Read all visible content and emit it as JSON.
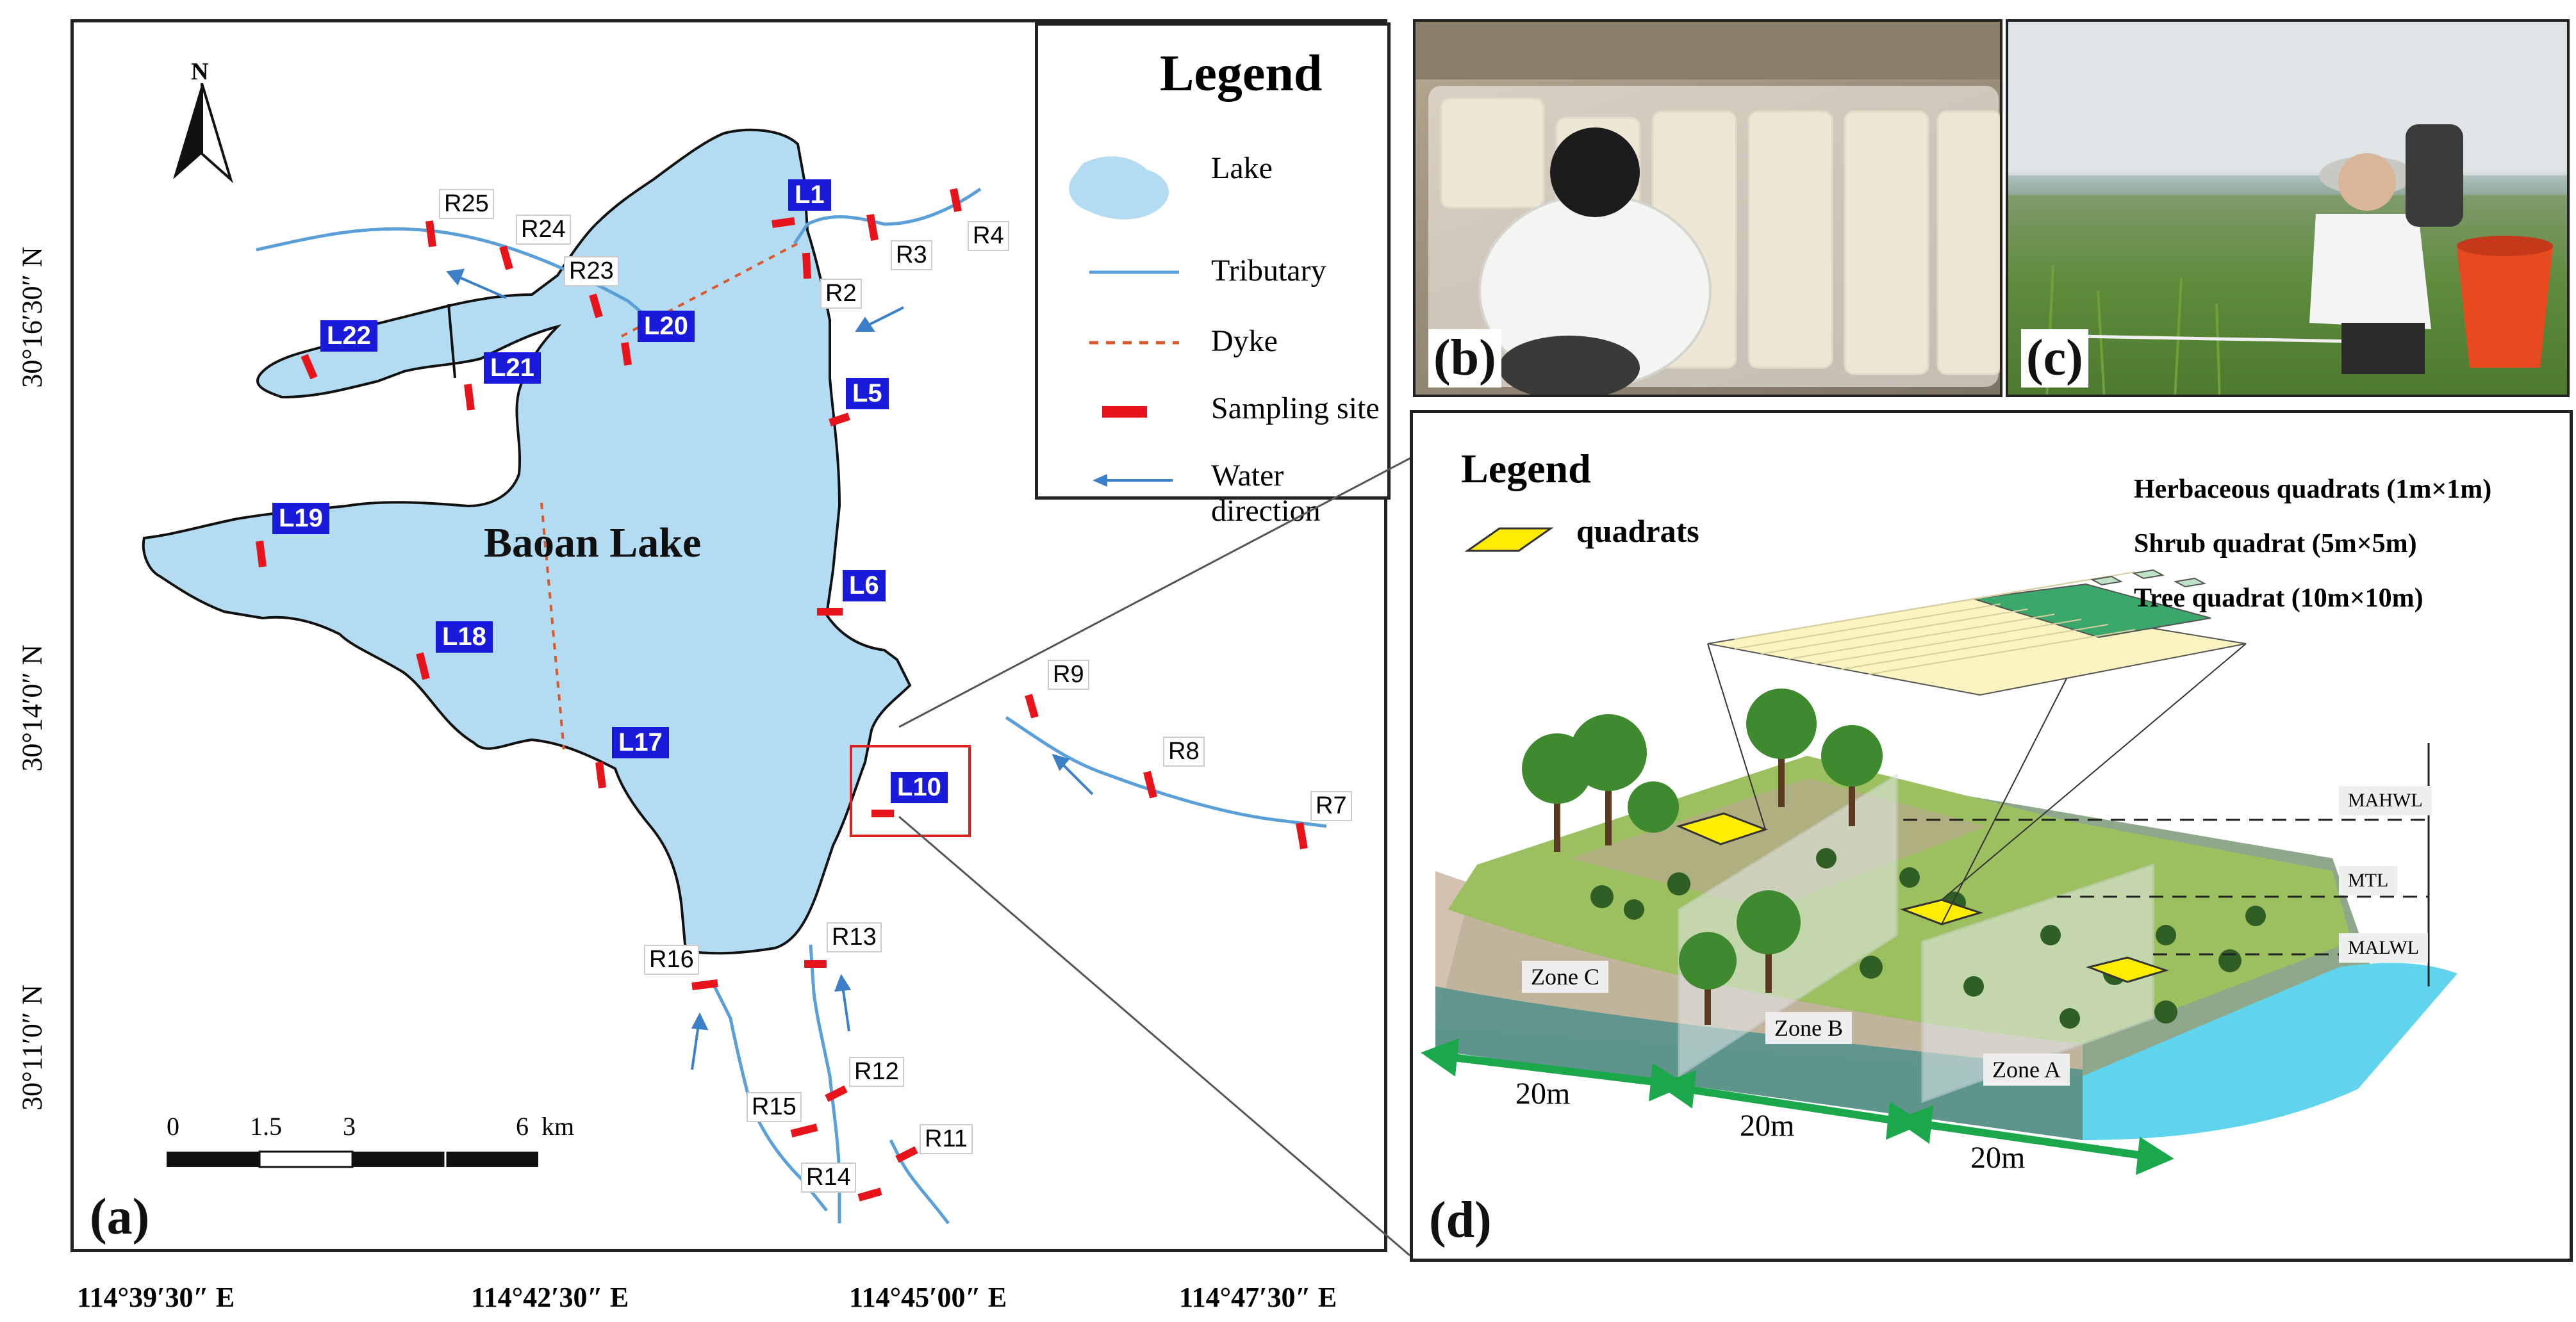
{
  "map": {
    "panel_label": "(a)",
    "lake_name": "Baoan Lake",
    "north": "N",
    "legend": {
      "title": "Legend",
      "items": [
        {
          "icon": "lake-icon",
          "label": "Lake"
        },
        {
          "icon": "tributary-icon",
          "label": "Tributary"
        },
        {
          "icon": "dyke-icon",
          "label": "Dyke"
        },
        {
          "icon": "sampling-site-icon",
          "label": "Sampling site"
        },
        {
          "icon": "water-direction-icon",
          "label": "Water direction"
        }
      ]
    },
    "lat_ticks": [
      "30°16′30″ N",
      "30°14′0″ N",
      "30°11′0″ N"
    ],
    "lon_ticks": [
      "114°39′30″ E",
      "114°42′30″ E",
      "114°45′00″ E",
      "114°47′30″ E"
    ],
    "scale": {
      "ticks": [
        "0",
        "1.5",
        "3",
        "6"
      ],
      "unit": "km"
    },
    "lake_sites": [
      "L1",
      "L5",
      "L6",
      "L10",
      "L17",
      "L18",
      "L19",
      "L20",
      "L21",
      "L22"
    ],
    "river_sites": [
      "R2",
      "R3",
      "R4",
      "R7",
      "R8",
      "R9",
      "R11",
      "R12",
      "R13",
      "R14",
      "R15",
      "R16",
      "R23",
      "R24",
      "R25"
    ]
  },
  "photos": {
    "b_label": "(b)",
    "c_label": "(c)"
  },
  "diagram": {
    "panel_label": "(d)",
    "legend_title": "Legend",
    "quadrats_label": "quadrats",
    "herb": "Herbaceous quadrats (1m×1m)",
    "shrub": "Shrub quadrat (5m×5m)",
    "tree": "Tree quadrat (10m×10m)",
    "levels": [
      "MAHWL",
      "MTL",
      "MALWL"
    ],
    "zones": [
      "Zone C",
      "Zone B",
      "Zone A"
    ],
    "distances": [
      "20m",
      "20m",
      "20m"
    ]
  },
  "colors": {
    "lake": "#b3dcf2",
    "river": "#5b9fd8",
    "site": "#e8141b",
    "lake_label_bg": "#1a1adb",
    "dyke": "#d9582c",
    "highlight": "#e02020"
  }
}
